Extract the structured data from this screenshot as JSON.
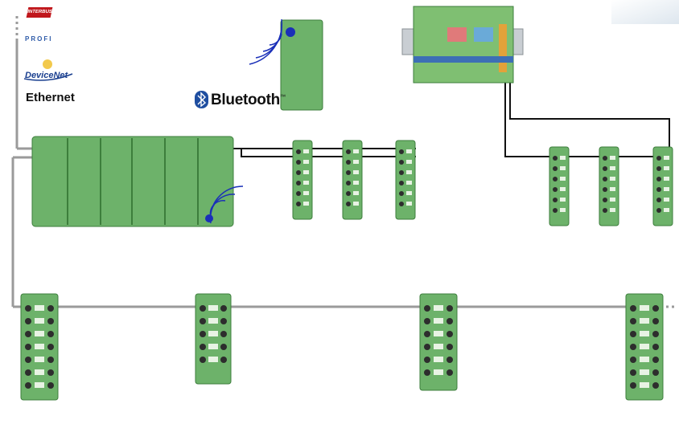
{
  "labels": {
    "interbus": "INTERBUS",
    "profibus": "PROFI",
    "devicenet": "DeviceNet",
    "ethernet": "Ethernet",
    "bluetooth": "Bluetooth",
    "trademark": "™"
  },
  "colors": {
    "module_green": "#6db26a",
    "module_light": "#a8d5a0",
    "module_dark": "#3d7e3c",
    "cable_gray": "#9a9a9a",
    "wire_black": "#111111",
    "signal_blue": "#1a2fb8"
  },
  "icons": [
    "interbus-logo",
    "profibus-logo",
    "devicenet-logo",
    "bluetooth-icon",
    "wireless-signal-icon"
  ]
}
